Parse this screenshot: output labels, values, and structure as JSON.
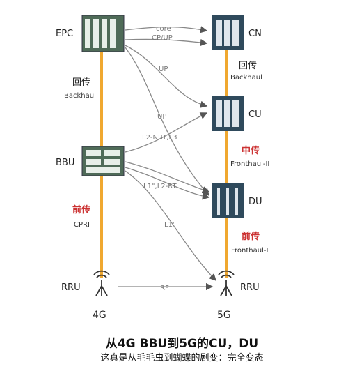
{
  "nodes": {
    "epc": "EPC",
    "bbu": "BBU",
    "rru_left": "RRU",
    "cn": "CN",
    "cu": "CU",
    "du": "DU",
    "rru_right": "RRU"
  },
  "left_links": {
    "backhaul_cn": "回传",
    "backhaul_en": "Backhaul",
    "fronthaul_cn": "前传",
    "fronthaul_en": "CPRI"
  },
  "right_links": {
    "backhaul_cn": "回传",
    "backhaul_en": "Backhaul",
    "midhaul_cn": "中传",
    "midhaul_en": "Fronthaul-II",
    "fronthaul_cn": "前传",
    "fronthaul_en": "Fronthaul-I"
  },
  "edges": {
    "core": "core",
    "cp_up": "CP/UP",
    "up1": "UP",
    "up2": "UP",
    "l2nrt": "L2-NRT,L3",
    "l1l2rt": "L1\",L2-RT",
    "l1": "L1'",
    "rf": "RF"
  },
  "generations": {
    "left": "4G",
    "right": "5G"
  },
  "caption": {
    "title": "从4G BBU到5G的CU，DU",
    "subtitle": "这真是从毛毛虫到蝴蝶的剧变：完全变态"
  },
  "colors": {
    "trunk": "#f0a830",
    "equipment_green": "#4f6b58",
    "equipment_navy": "#2f4a5c",
    "accent_red": "#cc3333",
    "edge_gray": "#888888"
  }
}
